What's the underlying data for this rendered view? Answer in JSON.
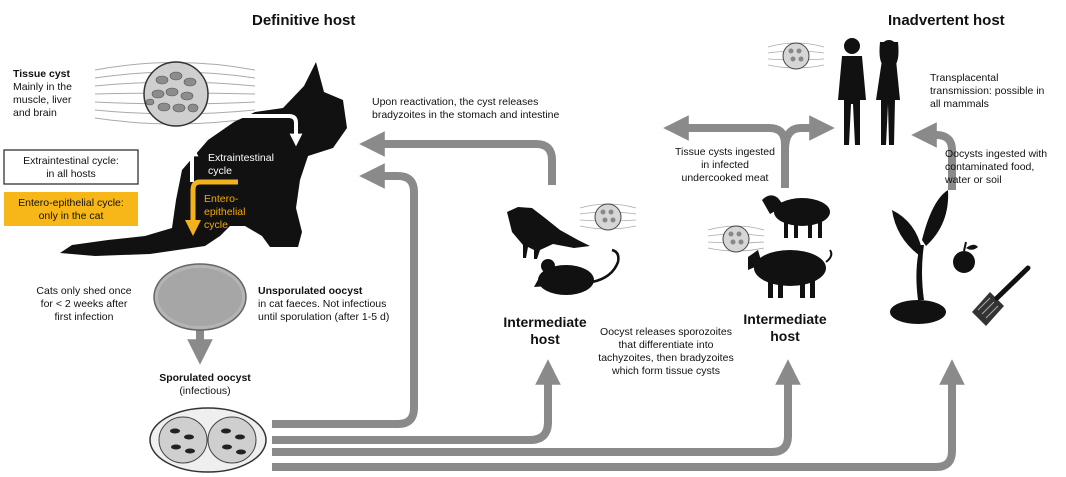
{
  "titles": {
    "definitive_host": "Definitive host",
    "inadvertent_host": "Inadvertent host"
  },
  "tissue_cyst": {
    "title": "Tissue cyst",
    "desc_1": "Mainly in the",
    "desc_2": "muscle, liver",
    "desc_3": "and brain"
  },
  "cycles": {
    "extraintestinal_box_1": "Extraintestinal cycle:",
    "extraintestinal_box_2": "in all hosts",
    "entero_box_1": "Entero-epithelial cycle:",
    "entero_box_2": "only in the cat",
    "extraintestinal_label_1": "Extraintestinal",
    "extraintestinal_label_2": "cycle",
    "entero_label_1": "Entero-",
    "entero_label_2": "epithelial",
    "entero_label_3": "cycle"
  },
  "reactivation": {
    "line_1": "Upon reactivation, the cyst releases",
    "line_2": "bradyzoites in the stomach and intestine"
  },
  "shedding": {
    "line_1": "Cats only shed once",
    "line_2": "for < 2 weeks after",
    "line_3": "first infection"
  },
  "unsporulated": {
    "title": "Unsporulated oocyst",
    "line_1": "in cat faeces. Not infectious",
    "line_2": "until sporulation (after 1-5 d)"
  },
  "sporulated": {
    "title": "Sporulated oocyst",
    "subtitle": "(infectious)"
  },
  "intermediate_1": {
    "line_1": "Intermediate",
    "line_2": "host"
  },
  "intermediate_2": {
    "line_1": "Intermediate",
    "line_2": "host"
  },
  "sporozoites": {
    "line_1": "Oocyst releases sporozoites",
    "line_2": "that differentiate into",
    "line_3": "tachyzoites, then bradyzoites",
    "line_4": "which form tissue cysts"
  },
  "meat": {
    "line_1": "Tissue cysts ingested",
    "line_2": "in infected",
    "line_3": "undercooked meat"
  },
  "transplacental": {
    "line_1": "Transplacental",
    "line_2": "transmission: possible in",
    "line_3": "all mammals"
  },
  "oocyst_ingestion": {
    "line_1": "Oocysts ingested with",
    "line_2": "contaminated food,",
    "line_3": "water or soil"
  },
  "colors": {
    "arrow_grey": "#8a8a8a",
    "entero_gold": "#f2b21b",
    "silhouette": "#111111"
  }
}
